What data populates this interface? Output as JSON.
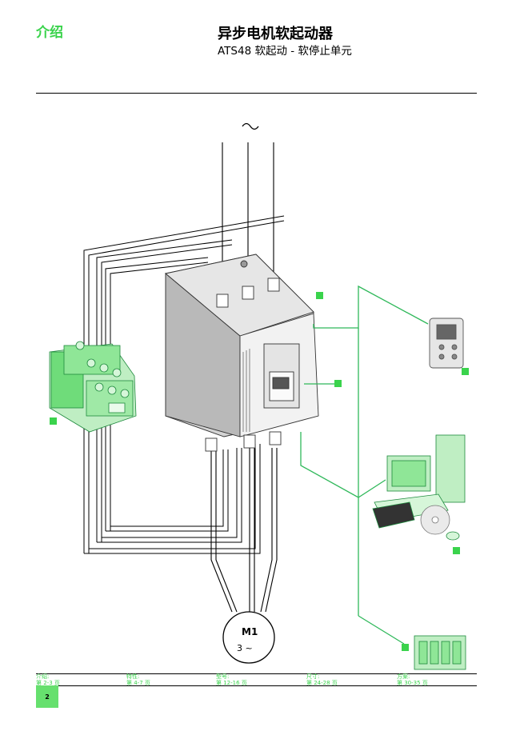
{
  "header": {
    "section": "介绍",
    "title": "异步电机软起动器",
    "subtitle": "ATS48 软起动 - 软停止单元"
  },
  "diagram": {
    "supply_symbol": "~",
    "motor_label": "M1",
    "motor_phase": "3 ~",
    "accent_color": "#2fb85a",
    "callout_color": "#3ad34c"
  },
  "footer": {
    "nav": [
      {
        "title": "介绍:",
        "pages": "第 2-3 页"
      },
      {
        "title": "特性:",
        "pages": "第 4-7 页"
      },
      {
        "title": "型号:",
        "pages": "第 12-16 页"
      },
      {
        "title": "尺寸:",
        "pages": "第 24-28 页"
      },
      {
        "title": "方案:",
        "pages": "第 30-35 页"
      }
    ],
    "page_number": "2"
  }
}
